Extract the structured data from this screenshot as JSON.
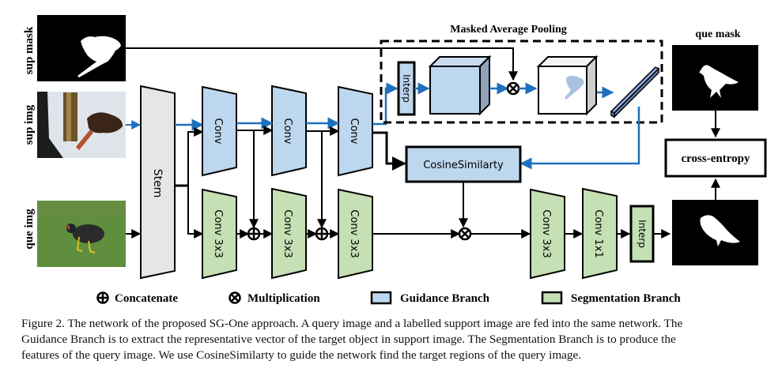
{
  "figure": {
    "inputs": {
      "sup_mask": "sup mask",
      "sup_img": "sup img",
      "que_img": "que img"
    },
    "blocks": {
      "stem": "Stem",
      "guidance_convs": [
        "Conv",
        "Conv",
        "Conv"
      ],
      "segmentation_convs": [
        "Conv 3x3",
        "Conv 3x3",
        "Conv 3x3"
      ],
      "head_convs": [
        "Conv 3x3",
        "Conv 1x1"
      ],
      "interp_guidance": "Interp",
      "interp_output": "Interp",
      "cosine": "CosineSimilarty",
      "loss": "cross-entropy"
    },
    "map_title": "Masked Average Pooling",
    "outputs": {
      "que_mask": "que mask"
    },
    "colors": {
      "guidance": "#bdd7ee",
      "segmentation": "#c5e0b4",
      "stem": "#e6e6e6",
      "blue_arrow": "#1f6fbf",
      "feature_bar": "#8eaadb"
    },
    "legend": [
      {
        "icon": "concatenate-icon",
        "label": "Concatenate"
      },
      {
        "icon": "multiplication-icon",
        "label": "Multiplication"
      },
      {
        "icon": "guidance-swatch",
        "label": "Guidance Branch"
      },
      {
        "icon": "segmentation-swatch",
        "label": "Segmentation Branch"
      }
    ]
  },
  "caption": {
    "lines": [
      "Figure 2. The network of the proposed SG-One approach. A query image and a labelled support image are fed into the same network. The",
      "Guidance Branch is to extract the representative vector of the target object in support image. The Segmentation Branch is to produce the",
      "features of the query image. We use CosineSimilarty to guide the network find the target regions of the query image."
    ]
  }
}
